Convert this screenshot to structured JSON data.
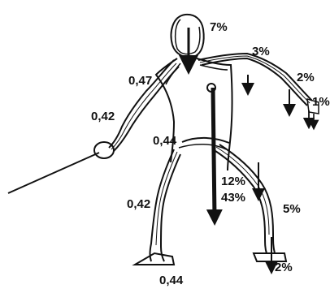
{
  "colors": {
    "ink": "#111111",
    "paper": "#ffffff"
  },
  "labels": {
    "head_pct": "7%",
    "upper_arm_right_pct": "3%",
    "forearm_right_pct": "2%",
    "hand_right_pct": "1%",
    "trunk_upper_pct": "12%",
    "trunk_lower_pct": "43%",
    "lower_leg_right_pct": "5%",
    "foot_right_pct": "2%",
    "upper_arm_left_ratio": "0,47",
    "forearm_left_ratio": "0,42",
    "trunk_ratio": "0,44",
    "shank_left_ratio": "0,42",
    "foot_left_ratio": "0,44"
  },
  "icons": {
    "figure": "fencer-figure-icon",
    "sword": "sword-icon",
    "arrows": "down-arrow-icon"
  }
}
